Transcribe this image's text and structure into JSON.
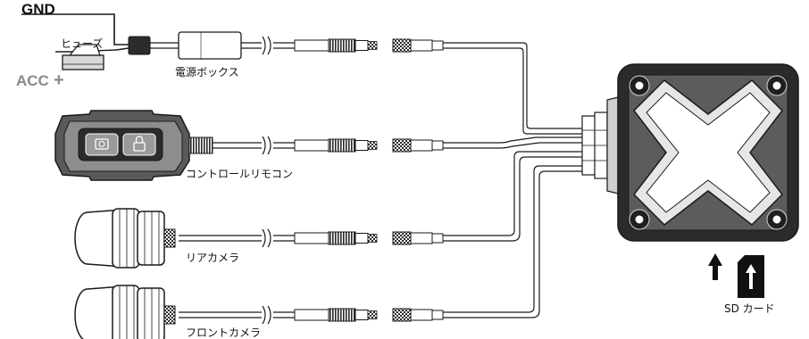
{
  "labels": {
    "gnd": "GND",
    "acc": "ACC",
    "acc_sign": "+",
    "fuse": "ヒューズ",
    "power_box": "電源ボックス",
    "remote": "コントロールリモコン",
    "rear_camera": "リアカメラ",
    "front_camera": "フロントカメラ",
    "sd_card": "SD カード"
  },
  "icons": [
    "camera-icon",
    "lock-icon",
    "up-arrow-icon",
    "sd-card-icon"
  ],
  "colors": {
    "line": "#1a1a1a",
    "body_dark": "#2b2b2b",
    "body_gray": "#8d8d8d",
    "light": "#e6e6e6",
    "acc_text": "#8a8a8a"
  }
}
